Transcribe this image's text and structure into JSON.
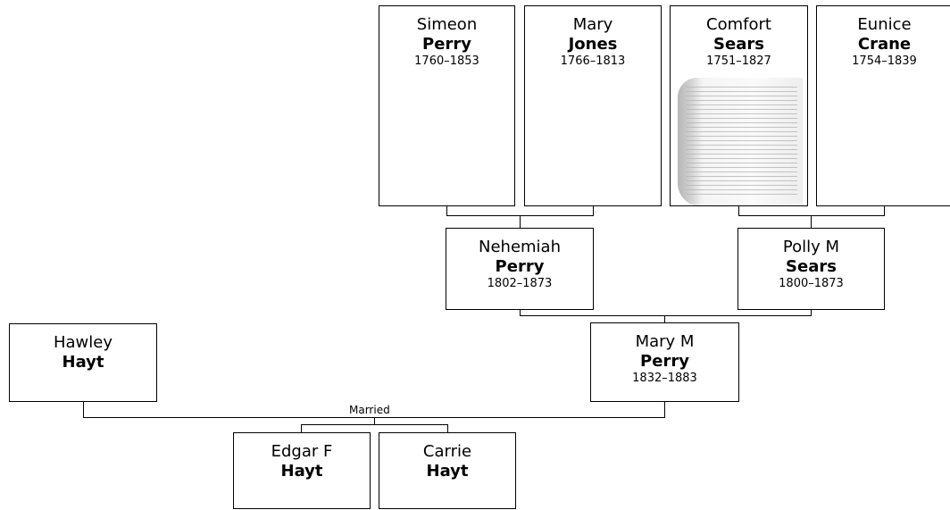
{
  "people": {
    "simeon_perry": {
      "given": "Simeon",
      "surname": "Perry",
      "dates": "1760–1853"
    },
    "mary_jones": {
      "given": "Mary",
      "surname": "Jones",
      "dates": "1766–1813"
    },
    "comfort_sears": {
      "given": "Comfort",
      "surname": "Sears",
      "dates": "1751–1827"
    },
    "eunice_crane": {
      "given": "Eunice",
      "surname": "Crane",
      "dates": "1754–1839"
    },
    "nehemiah_perry": {
      "given": "Nehemiah",
      "surname": "Perry",
      "dates": "1802–1873"
    },
    "polly_sears": {
      "given": "Polly M",
      "surname": "Sears",
      "dates": "1800–1873"
    },
    "hawley_hayt": {
      "given": "Hawley",
      "surname": "Hayt"
    },
    "mary_m_perry": {
      "given": "Mary M",
      "surname": "Perry",
      "dates": "1832–1883"
    },
    "edgar_hayt": {
      "given": "Edgar F",
      "surname": "Hayt"
    },
    "carrie_hayt": {
      "given": "Carrie",
      "surname": "Hayt"
    }
  },
  "relationships": {
    "married_label": "Married"
  }
}
